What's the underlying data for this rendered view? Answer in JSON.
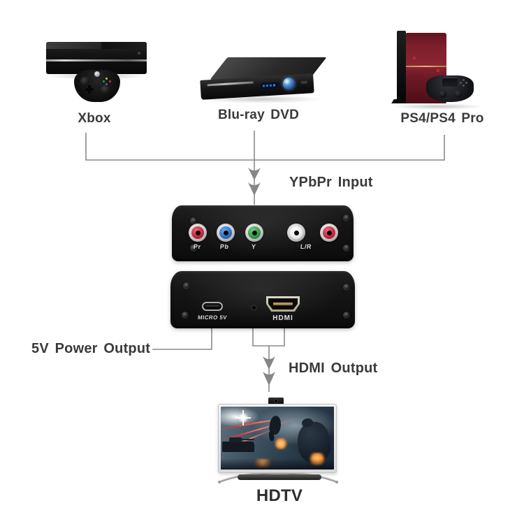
{
  "sources": {
    "xbox": {
      "label": "Xbox"
    },
    "bluray": {
      "label": "Blu-ray DVD"
    },
    "ps4": {
      "label": "PS4/PS4 Pro"
    }
  },
  "flow": {
    "input_label": "YPbPr Input",
    "power_label": "5V Power Output",
    "output_label": "HDMI Output",
    "display_label": "HDTV"
  },
  "converter": {
    "front_ports": {
      "pr": "Pr",
      "pb": "Pb",
      "y": "Y",
      "lr": "L/R"
    },
    "back_ports": {
      "micro_usb": "MICRO 5V",
      "hdmi": "HDMI"
    }
  },
  "colors": {
    "connector_line": "#8a8a8a",
    "label_text": "#3a3a3a",
    "jack_pr": "#c32736",
    "jack_pb": "#2a6fc4",
    "jack_y": "#2f9b46",
    "jack_left": "#ececec",
    "jack_right": "#c32736",
    "converter_body": "#141414",
    "ps4_body": "#7d1f2c",
    "hdmi_shell": "#c4bc9e",
    "tv_frame": "#ececec"
  }
}
